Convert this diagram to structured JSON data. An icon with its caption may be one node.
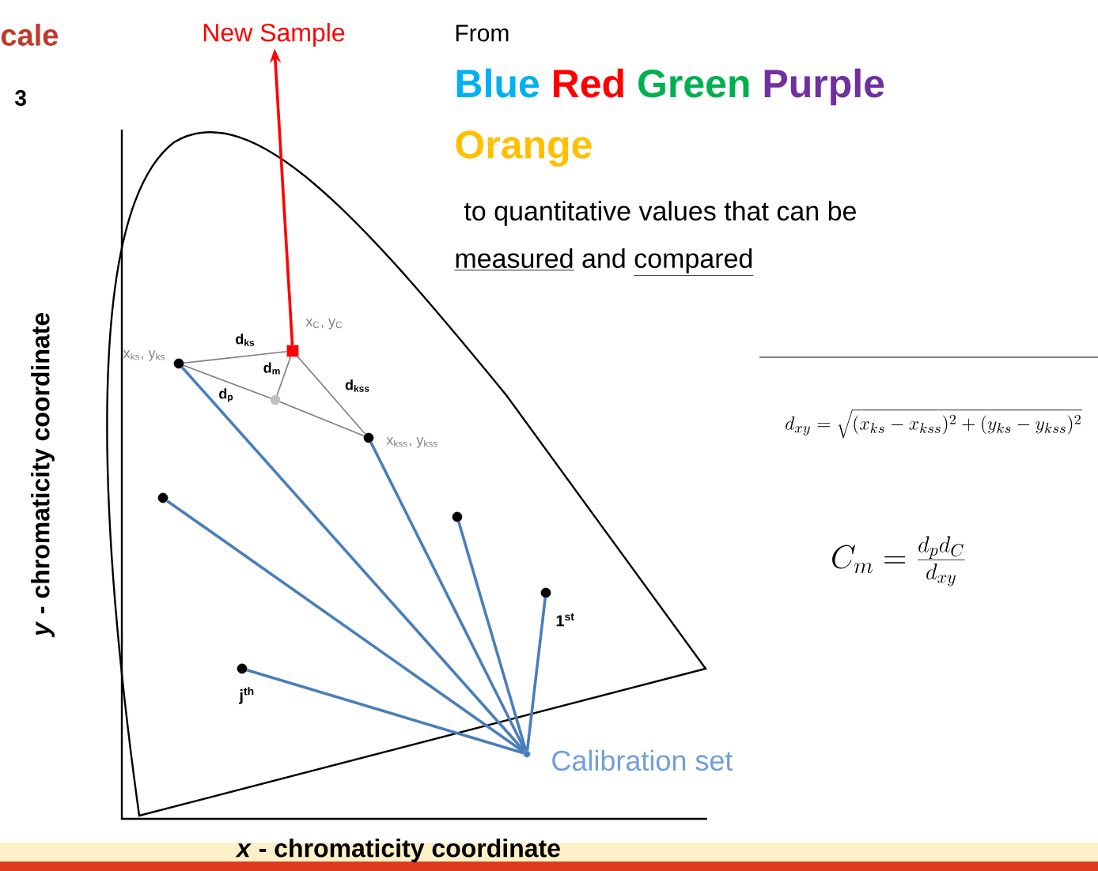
{
  "diagram": {
    "nodes": [
      {
        "text": [
          "New Sample"
        ]
      },
      {
        "text": [],
        "shape": "box",
        "beside": [
          "x$_{C}$, y$_{C}$"
        ]
      },
      {
        "text": [],
        "shape": "circle",
        "beside": [
          "x$_{ks}$, y$_{ks}$"
        ]
      },
      {
        "text": [],
        "shape": "circle",
        "beside": [
          "x$_{kss}$, y$_{kss}$"
        ]
      },
      {
        "text": [],
        "shape": "circle"
      },
      {
        "text": [],
        "shape": "circle"
      },
      {
        "text": [],
        "shape": "circle"
      },
      {
        "text": [],
        "shape": "circle",
        "beside": [
          "1$^{st}$"
        ]
      },
      {
        "text": [],
        "shape": "circle",
        "beside": [
          "j$^{th}$"
        ]
      },
      {
        "text": [],
        "shape": "circle",
        "beside": [
          "Calibration set"
        ]
      }
    ],
    "edges": [
      {
        "from": 1,
        "to": 0,
        "arrow": "to",
        "color": "#ff0000"
      },
      {
        "from": 2,
        "to": 1,
        "arrow": "none",
        "label": "d$_{ks}$",
        "color": "#7f7f7f"
      },
      {
        "from": 1,
        "to": 3,
        "arrow": "none",
        "label": "d$_{kss}$",
        "color": "#7f7f7f"
      },
      {
        "from": 1,
        "to": 4,
        "arrow": "none",
        "label": "d$_{m}$",
        "color": "#7f7f7f"
      },
      {
        "from": 2,
        "to": 4,
        "arrow": "none",
        "label": "d$_{p}$",
        "color": "#7f7f7f"
      },
      {
        "from": 4,
        "to": 3,
        "arrow": "none",
        "color": "#7f7f7f"
      },
      {
        "from": 9,
        "to": 2,
        "arrow": "none"
      },
      {
        "from": 9,
        "to": 5,
        "arrow": "none"
      },
      {
        "from": 9,
        "to": 3,
        "arrow": "none"
      },
      {
        "from": 9,
        "to": 6,
        "arrow": "none"
      },
      {
        "from": 9,
        "to": 7,
        "arrow": "none"
      },
      {
        "from": 9,
        "to": 8,
        "arrow": "none"
      }
    ],
    "labels": [
      "cale",
      "3",
      "From",
      "Blue",
      "Red",
      "Green",
      "Purple",
      "Orange",
      "to quantitative values that can be",
      "measured",
      "and",
      "compared",
      "d_{xy} = \\sqrt{(x_{ks}-x_{kss})^2+(y_{ks}-y_{kss})^2}",
      "C_m = \\frac{d_p d_C}{d_{xy}}",
      "*y* - chromaticity coordinate",
      "*x* - chromaticity coordinate"
    ]
  }
}
